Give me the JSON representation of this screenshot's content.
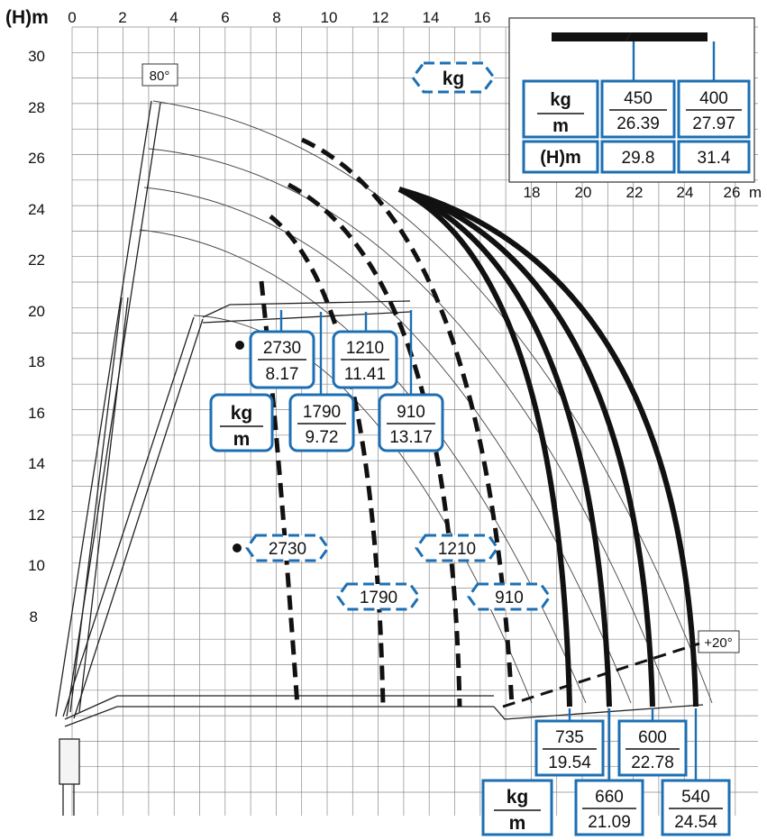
{
  "axes": {
    "y_label": "(H)m",
    "x_unit": "m",
    "x_ticks": [
      "0",
      "2",
      "4",
      "6",
      "8",
      "10",
      "12",
      "14",
      "16",
      "18",
      "20",
      "22",
      "24",
      "26"
    ],
    "y_ticks": [
      "8",
      "10",
      "12",
      "14",
      "16",
      "18",
      "20",
      "22",
      "24",
      "26",
      "28",
      "30"
    ]
  },
  "angles": {
    "top": "80°",
    "bottom": "+20°"
  },
  "legend": {
    "kg_tag": "kg",
    "kg": "kg",
    "m": "m",
    "h_label": "(H)m",
    "ext_1": {
      "kg": "450",
      "m": "26.39",
      "h": "29.8"
    },
    "ext_2": {
      "kg": "400",
      "m": "27.97",
      "h": "31.4"
    }
  },
  "capacity_boxes": {
    "kg": "kg",
    "m": "m",
    "b2730": {
      "kg": "2730",
      "m": "8.17"
    },
    "b1790": {
      "kg": "1790",
      "m": "9.72"
    },
    "b1210": {
      "kg": "1210",
      "m": "11.41"
    },
    "b910": {
      "kg": "910",
      "m": "13.17"
    },
    "b735": {
      "kg": "735",
      "m": "19.54"
    },
    "b660": {
      "kg": "660",
      "m": "21.09"
    },
    "b600": {
      "kg": "600",
      "m": "22.78"
    },
    "b540": {
      "kg": "540",
      "m": "24.54"
    }
  },
  "dashed_tags": {
    "t2730": "2730",
    "t1790": "1790",
    "t1210": "1210",
    "t910": "910"
  },
  "colors": {
    "accent": "#1d6fb3",
    "grid": "#8a8a8a",
    "line": "#111111"
  }
}
